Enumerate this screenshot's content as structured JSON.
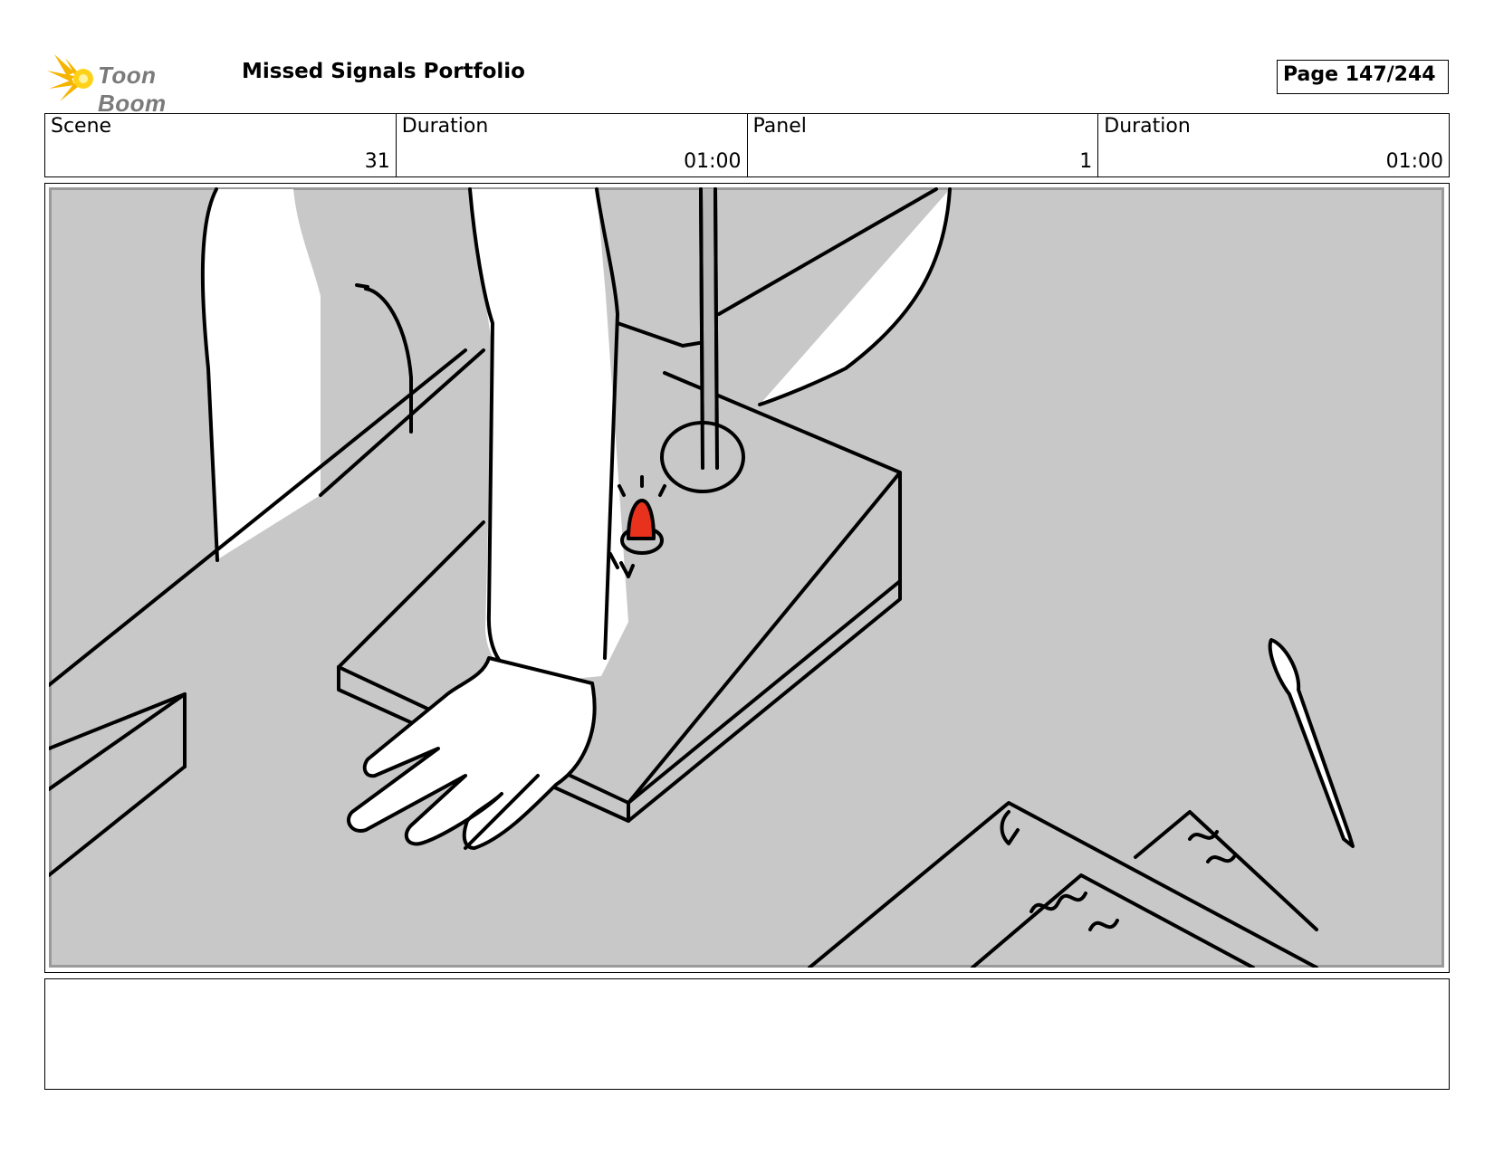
{
  "header": {
    "logo_text": "Toon Boom",
    "title": "Missed Signals Portfolio",
    "page_label": "Page 147/244"
  },
  "info": {
    "scene_label": "Scene",
    "scene_value": "31",
    "duration1_label": "Duration",
    "duration1_value": "01:00",
    "panel_label": "Panel",
    "panel_value": "1",
    "duration2_label": "Duration",
    "duration2_value": "01:00"
  },
  "panel_image": {
    "colors": {
      "background": "#c8c8c8",
      "accent_button": "#e8321e",
      "line": "#000000"
    }
  },
  "notes": {
    "text": ""
  }
}
